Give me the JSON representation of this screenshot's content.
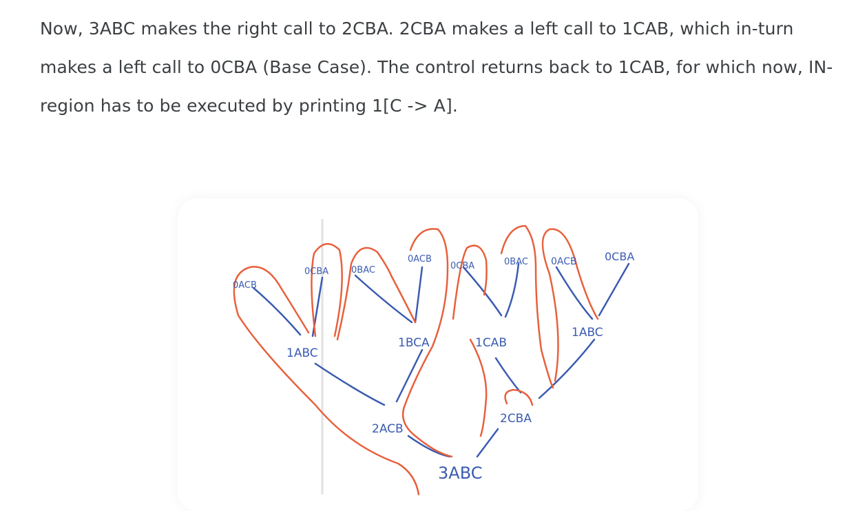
{
  "article": {
    "paragraph": "Now, 3ABC makes the right call to 2CBA. 2CBA makes a left call to 1CAB, which in-turn makes a left call to 0CBA (Base Case). The control returns back to 1CAB, for which now, IN-region has to be executed by printing 1[C -> A]."
  },
  "figure": {
    "ink_blue": "#3a5bb0",
    "ink_red": "#e8603c",
    "nodes": {
      "root": "3ABC",
      "l2_left": "2ACB",
      "l2_right": "2CBA",
      "l1_a": "1ABC",
      "l1_b": "1BCA",
      "l1_c": "1CAB",
      "l1_d": "1ABC",
      "l0_a": "0ACB",
      "l0_b": "0CBA",
      "l0_c": "0BAC",
      "l0_d": "0ACB",
      "l0_e": "0CBA",
      "l0_f": "0BAC",
      "l0_g": "0ACB",
      "l0_h": "0CBA"
    }
  }
}
